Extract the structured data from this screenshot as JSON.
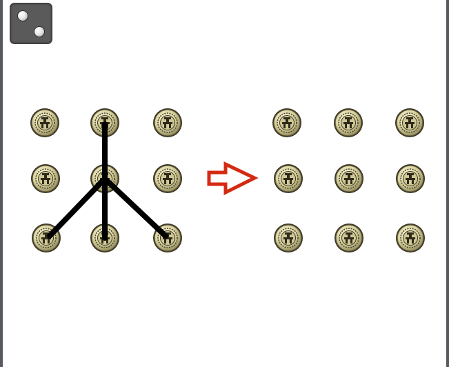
{
  "puzzle": {
    "die": {
      "face_value": 2,
      "icon": "die-two-icon"
    },
    "left_grid": {
      "rows": 3,
      "cols": 3,
      "coin_icon": "coin-icon"
    },
    "right_grid": {
      "rows": 3,
      "cols": 3,
      "coin_icon": "coin-icon"
    },
    "arrow": {
      "icon": "arrow-right-icon",
      "color": "#d42a12"
    },
    "line_color": "#000000",
    "coin_colors": {
      "rim": "#b8b27a",
      "face": "#d9d3a0",
      "emblem": "#2f2a1c"
    }
  }
}
